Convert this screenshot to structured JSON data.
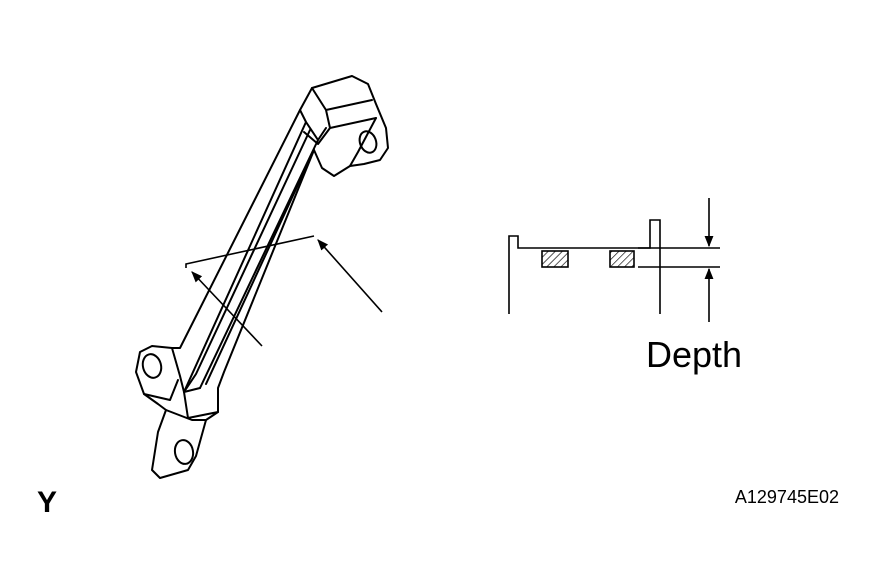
{
  "labels": {
    "depth": "Depth",
    "view": "Y",
    "figure_code": "A129745E02"
  },
  "colors": {
    "line": "#000000",
    "background": "#ffffff"
  }
}
